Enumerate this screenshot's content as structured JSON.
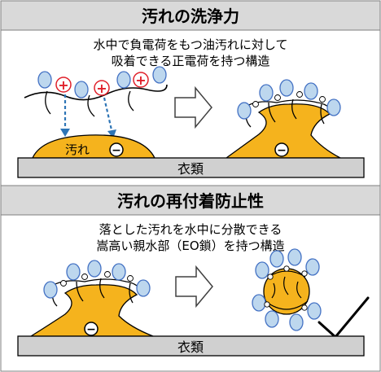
{
  "panel1": {
    "title": "汚れの洗浄力",
    "caption_line1": "水中で負電荷をもつ油汚れに対して",
    "caption_line2": "吸着できる正電荷を持つ構造",
    "dirt_label": "汚れ",
    "substrate_label": "衣類"
  },
  "panel2": {
    "title": "汚れの再付着防止性",
    "caption_line1": "落とした汚れを水中に分散できる",
    "caption_line2": "嵩高い親水部（EO鎖）を持つ構造",
    "substrate_label": "衣類"
  },
  "symbols": {
    "positive": "+",
    "negative": "−"
  },
  "colors": {
    "dirt_fill": "#F5B31D",
    "substrate_fill": "#D0D0D0",
    "header_fill": "#D9D9D9",
    "head_fill": "#BDD7EE",
    "head_stroke": "#4472C4",
    "plus_red": "#E0202A",
    "dash_blue": "#2E75B6"
  },
  "icons": [
    "arrow-right-icon",
    "checkmark-icon"
  ]
}
